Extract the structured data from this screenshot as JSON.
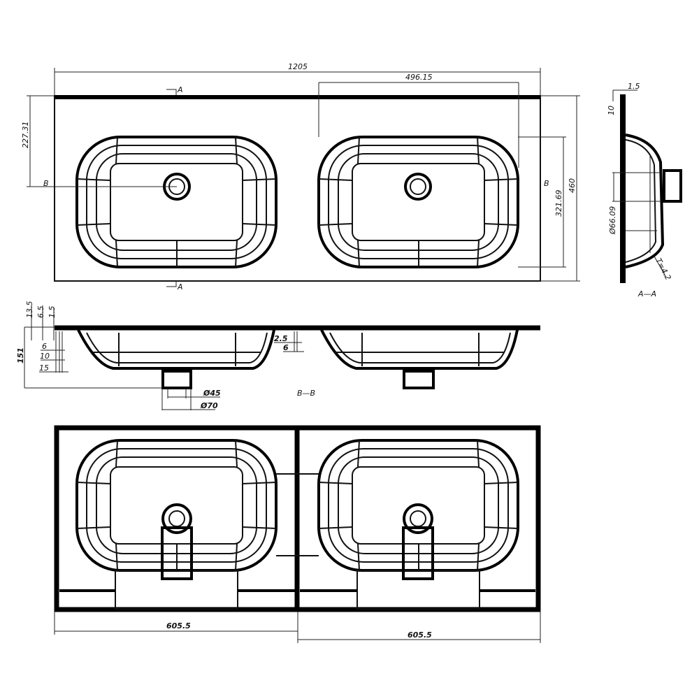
{
  "top_view": {
    "overall_width": "1205",
    "basin_width": "496.15",
    "drain_offset": "227.31",
    "overall_depth": "460",
    "basin_depth": "321.69",
    "section_a": "A",
    "section_b": "B"
  },
  "side_section": {
    "title": "A—A",
    "rim_thickness": "1.5",
    "rim_height": "10",
    "drain_diameter": "Ø66.09",
    "wall_thickness": "T=4.2"
  },
  "front_section": {
    "title": "B—B",
    "dims_top": [
      "13.5",
      "6.5",
      "1.5"
    ],
    "total_height": "151",
    "dims_left": [
      "6",
      "10",
      "15"
    ],
    "dims_mid": [
      "2.5",
      "6"
    ],
    "inner_drain": "Ø45",
    "outer_drain": "Ø70"
  },
  "bottom_view": {
    "left_half": "605.5",
    "right_half": "605.5"
  },
  "colors": {
    "line": "#000000",
    "background": "#ffffff"
  }
}
